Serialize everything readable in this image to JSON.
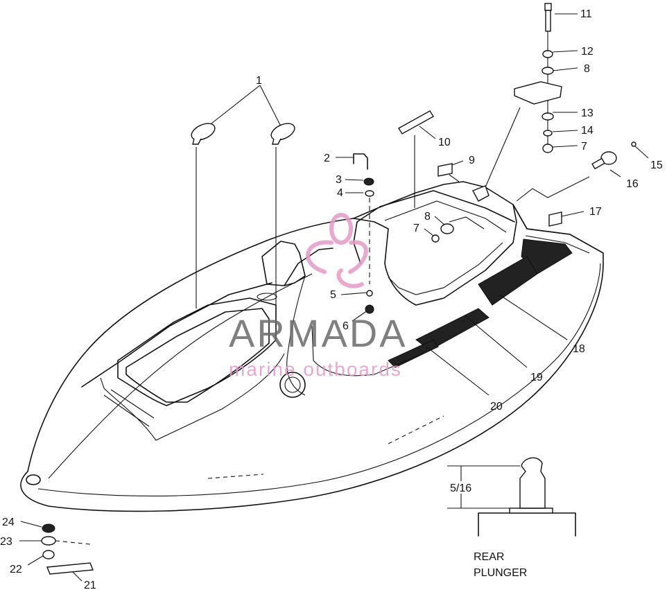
{
  "diagram": {
    "callouts": [
      {
        "id": "c1",
        "text": "1"
      },
      {
        "id": "c2",
        "text": "2"
      },
      {
        "id": "c3",
        "text": "3"
      },
      {
        "id": "c4",
        "text": "4"
      },
      {
        "id": "c5",
        "text": "5"
      },
      {
        "id": "c6",
        "text": "6"
      },
      {
        "id": "c7a",
        "text": "7"
      },
      {
        "id": "c7b",
        "text": "7"
      },
      {
        "id": "c8a",
        "text": "8"
      },
      {
        "id": "c8b",
        "text": "8"
      },
      {
        "id": "c9",
        "text": "9"
      },
      {
        "id": "c10",
        "text": "10"
      },
      {
        "id": "c11",
        "text": "11"
      },
      {
        "id": "c12",
        "text": "12"
      },
      {
        "id": "c13",
        "text": "13"
      },
      {
        "id": "c14",
        "text": "14"
      },
      {
        "id": "c15",
        "text": "15"
      },
      {
        "id": "c16",
        "text": "16"
      },
      {
        "id": "c17",
        "text": "17"
      },
      {
        "id": "c18",
        "text": "18"
      },
      {
        "id": "c19",
        "text": "19"
      },
      {
        "id": "c20",
        "text": "20"
      },
      {
        "id": "c21",
        "text": "21"
      },
      {
        "id": "c22",
        "text": "22"
      },
      {
        "id": "c23",
        "text": "23"
      },
      {
        "id": "c24",
        "text": "24"
      }
    ],
    "inset": {
      "dimension": "5/16",
      "caption_line1": "REAR",
      "caption_line2": "PLUNGER"
    }
  },
  "watermark": {
    "brand": "ARMADA",
    "tagline": "marine outboards",
    "brand_color": "#6b6b6b",
    "logo_color": "#e59ac8"
  }
}
